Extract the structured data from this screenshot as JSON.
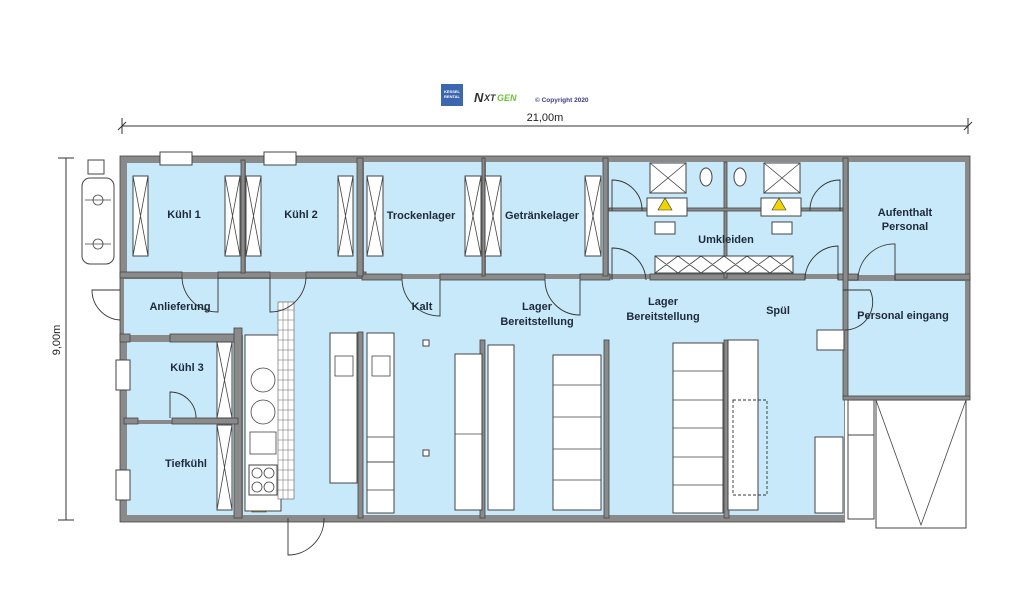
{
  "header": {
    "logo_kessel": "KESSEL RENTAL",
    "logo_nxtgen": "NXTGEN",
    "copyright": "© Copyright 2020"
  },
  "dimensions": {
    "width": "21,00m",
    "depth": "9,00m"
  },
  "rooms": {
    "kuehl1": "Kühl 1",
    "kuehl2": "Kühl 2",
    "trockenlager": "Trockenlager",
    "getraenkelager": "Getränkelager",
    "umkleiden": "Umkleiden",
    "aufenthalt_1": "Aufenthalt",
    "aufenthalt_2": "Personal",
    "anlieferung": "Anlieferung",
    "kalt": "Kalt",
    "lager1_1": "Lager",
    "lager1_2": "Bereitstellung",
    "lager2_1": "Lager",
    "lager2_2": "Bereitstellung",
    "spuel": "Spül",
    "personal_eingang": "Personal eingang",
    "kuehl3": "Kühl 3",
    "tiefkuehl": "Tiefkühl"
  },
  "colors": {
    "room_fill": "#c8e9f9",
    "wall": "#8a8a8a",
    "warning": "#f2d400"
  }
}
